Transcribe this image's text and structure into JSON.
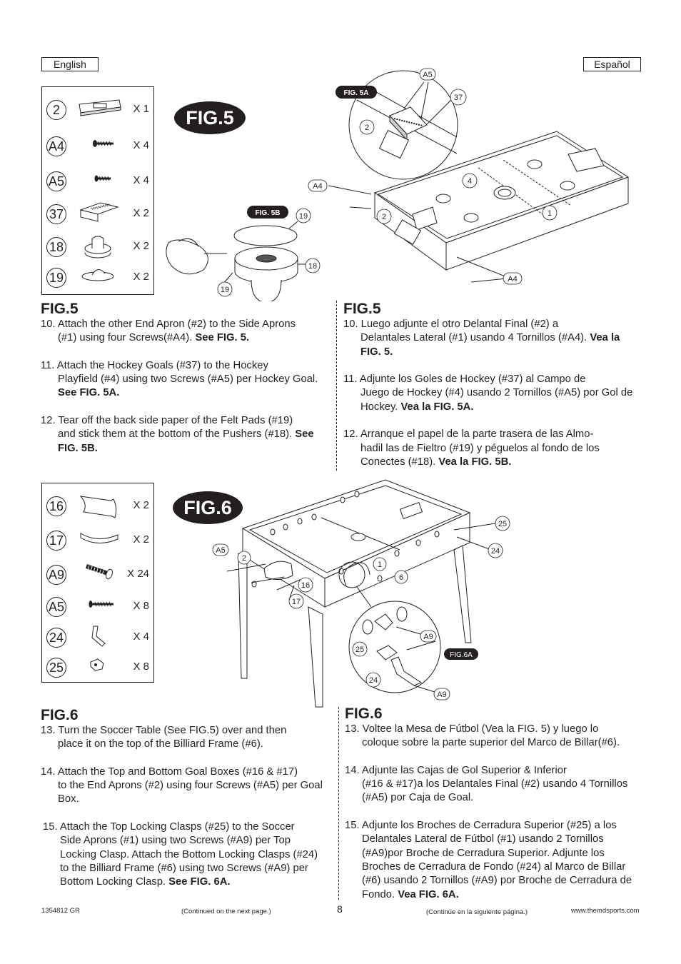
{
  "header": {
    "lang_left": "English",
    "lang_right": "Español"
  },
  "fig5": {
    "pill": "FIG.5",
    "parts": [
      {
        "id": "2",
        "qty": "X 1",
        "icon": "end-apron"
      },
      {
        "id": "A4",
        "qty": "X 4",
        "icon": "screw"
      },
      {
        "id": "A5",
        "qty": "X 4",
        "icon": "screw"
      },
      {
        "id": "37",
        "qty": "X 2",
        "icon": "hockey-goal"
      },
      {
        "id": "18",
        "qty": "X 2",
        "icon": "pusher"
      },
      {
        "id": "19",
        "qty": "X 2",
        "icon": "felt-pad"
      }
    ],
    "fig5a_label": "FIG. 5A",
    "fig5b_label": "FIG. 5B",
    "callouts": {
      "a5": "A5",
      "c37": "37",
      "c2": "2",
      "a4": "A4",
      "c4": "4",
      "c1": "1",
      "c19": "19",
      "c18": "18"
    },
    "en": {
      "heading": "FIG.5",
      "steps": [
        {
          "first": "10. Attach the other End Apron (#2) to the Side Aprons",
          "rest": "(#1)  using four Screws(#A4). ",
          "bold": "See FIG. 5."
        },
        {
          "first": "11. Attach the Hockey Goals (#37) to the Hockey",
          "rest": "Playfield (#4) using two Screws (#A5) per Hockey Goal. ",
          "bold": "See FIG. 5A."
        },
        {
          "first": "12. Tear off the back side paper of the Felt Pads (#19)",
          "rest": "and stick them at the bottom of the Pushers (#18). ",
          "bold": "See FIG. 5B."
        }
      ]
    },
    "es": {
      "heading": "FIG.5",
      "steps": [
        {
          "first": "10. Luego  adjunte  el  otro  Delantal  Final (#2)  a",
          "rest": "Delantales Lateral (#1) usando 4 Tornillos (#A4). ",
          "bold": "Vea la FIG. 5."
        },
        {
          "first": "11. Adjunte los Goles de Hockey (#37) al Campo de",
          "rest": "Juego  de Hockey (#4) usando 2 Tornillos (#A5) por Gol  de Hockey. ",
          "bold": "Vea la FIG. 5A."
        },
        {
          "first": "12. Arranque el papel de la parte trasera de las   Almo-",
          "rest": "hadil  las de Fieltro (#19) y péguelos al fondo de los Conectes (#18). ",
          "bold": "Vea la FIG. 5B."
        }
      ]
    }
  },
  "fig6": {
    "pill": "FIG.6",
    "parts": [
      {
        "id": "16",
        "qty": "X 2",
        "icon": "goal-box-top"
      },
      {
        "id": "17",
        "qty": "X 2",
        "icon": "goal-box-bottom"
      },
      {
        "id": "A9",
        "qty": "X 24",
        "icon": "wood-screw"
      },
      {
        "id": "A5",
        "qty": "X 8",
        "icon": "screw"
      },
      {
        "id": "24",
        "qty": "X 4",
        "icon": "bottom-clasp"
      },
      {
        "id": "25",
        "qty": "X 8",
        "icon": "top-clasp"
      }
    ],
    "fig6a_label": "FIG.6A",
    "callouts": {
      "a5": "A5",
      "c2": "2",
      "c16": "16",
      "c17": "17",
      "c1": "1",
      "c6": "6",
      "c25": "25",
      "c24": "24",
      "a9": "A9",
      "a9b": "A9",
      "c25b": "25",
      "c24b": "24"
    },
    "en": {
      "heading": "FIG.6",
      "steps": [
        {
          "first": "13. Turn the Soccer Table (See FIG.5) over and then",
          "rest": "place it on the top of the Billiard Frame (#6).",
          "bold": ""
        },
        {
          "first": "14. Attach the Top and Bottom Goal Boxes (#16 & #17)",
          "rest": "to the End Aprons (#2) using four Screws (#A5) per Goal Box.",
          "bold": ""
        },
        {
          "first": "15. Attach the Top Locking Clasps (#25) to the Soccer",
          "rest": "Side Aprons (#1) using two Screws (#A9) per Top Locking Clasp. Attach the Bottom Locking Clasps (#24) to the Billiard Frame (#6) using two Screws (#A9) per Bottom Locking Clasp. ",
          "bold": "See FIG. 6A."
        }
      ]
    },
    "es": {
      "heading": "FIG.6",
      "steps": [
        {
          "first": "13. Voltee la Mesa de Fútbol (Vea la FIG. 5) y luego lo",
          "rest": "coloque sobre la parte superior del Marco de Billar(#6).",
          "bold": ""
        },
        {
          "first": "14. Adjunte  las  Cajas  de  Gol  Superior & Inferior",
          "rest": "(#16 & #17)a los Delantales Final (#2) usando 4 Tornillos (#A5) por Caja de Goal.",
          "bold": ""
        },
        {
          "first": "15. Adjunte los Broches de Cerradura Superior (#25) a los",
          "rest": "Delantales Lateral de Fútbol (#1) usando 2 Tornillos (#A9)por Broche de Cerradura Superior. Adjunte los Broches de Cerradura de Fondo (#24) al Marco de Billar (#6) usando 2 Tornillos (#A9) por Broche de Cerradura de Fondo. ",
          "bold": "Vea FIG. 6A."
        }
      ]
    }
  },
  "footer": {
    "code": "1354812 GR",
    "continued_en": "(Continued on the next page.)",
    "page": "8",
    "continued_es": "(Continúe en la siguiente página.)",
    "website": "www.themdsports.com"
  }
}
